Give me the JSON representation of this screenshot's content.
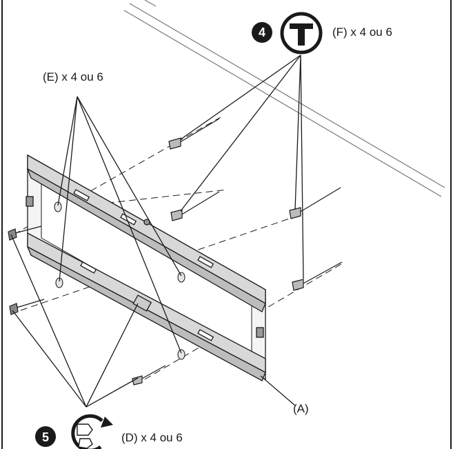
{
  "labels": {
    "step4_number": "4",
    "step4_part": "(F) x 4 ou 6",
    "washer_label": "(E) x 4 ou 6",
    "step5_number": "5",
    "step5_part": "(D) x 4 ou 6",
    "plate_label": "(A)"
  },
  "icons": {
    "step4_tool": "hammer-icon",
    "step5_tool": "wrench-rotate-icon"
  },
  "colors": {
    "ink": "#1a1a1a",
    "paper": "#ffffff",
    "shade": "#d8d8d8"
  }
}
